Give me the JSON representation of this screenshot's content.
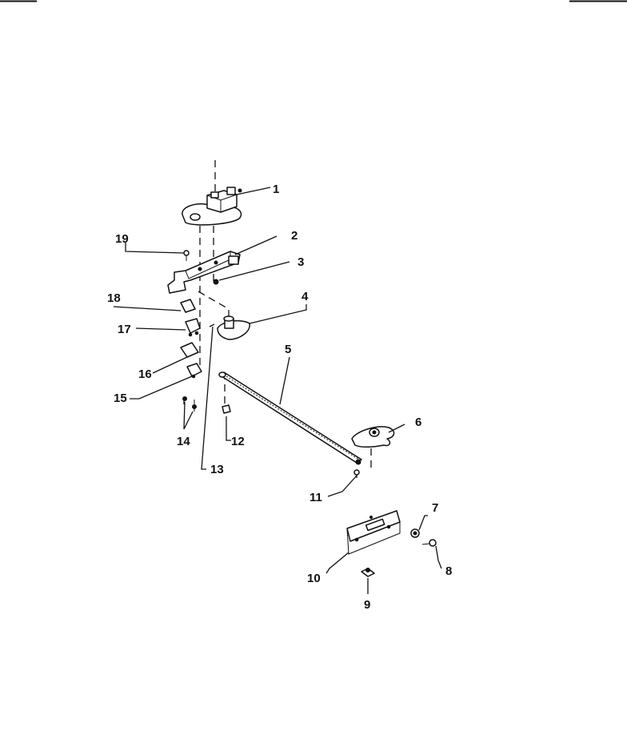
{
  "callouts": [
    "1",
    "2",
    "3",
    "4",
    "5",
    "6",
    "7",
    "8",
    "9",
    "10",
    "11",
    "12",
    "13",
    "14",
    "15",
    "16",
    "17",
    "18",
    "19"
  ],
  "colors": {
    "ink": "#111111",
    "paper": "#ffffff"
  }
}
